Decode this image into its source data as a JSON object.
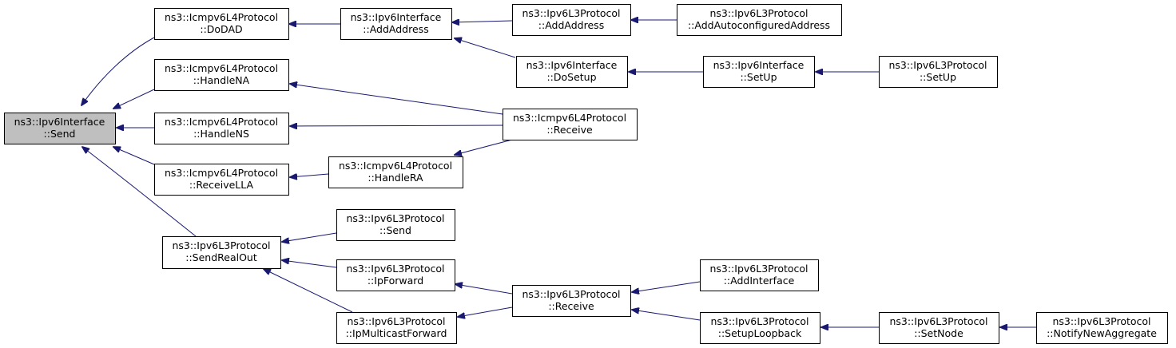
{
  "graph": {
    "edge_color": "#191970",
    "root_fill": "#bfbfbf",
    "nodes": [
      {
        "id": "root",
        "line1": "ns3::Ipv6Interface",
        "line2": "::Send",
        "root": true
      },
      {
        "id": "dodad",
        "line1": "ns3::Icmpv6L4Protocol",
        "line2": "::DoDAD"
      },
      {
        "id": "handlena",
        "line1": "ns3::Icmpv6L4Protocol",
        "line2": "::HandleNA"
      },
      {
        "id": "handlens",
        "line1": "ns3::Icmpv6L4Protocol",
        "line2": "::HandleNS"
      },
      {
        "id": "receivella",
        "line1": "ns3::Icmpv6L4Protocol",
        "line2": "::ReceiveLLA"
      },
      {
        "id": "sendrealout",
        "line1": "ns3::Ipv6L3Protocol",
        "line2": "::SendRealOut"
      },
      {
        "id": "iface_addaddress",
        "line1": "ns3::Ipv6Interface",
        "line2": "::AddAddress"
      },
      {
        "id": "handlera",
        "line1": "ns3::Icmpv6L4Protocol",
        "line2": "::HandleRA"
      },
      {
        "id": "l3_send",
        "line1": "ns3::Ipv6L3Protocol",
        "line2": "::Send"
      },
      {
        "id": "ipforward",
        "line1": "ns3::Ipv6L3Protocol",
        "line2": "::IpForward"
      },
      {
        "id": "ipmulticastforward",
        "line1": "ns3::Ipv6L3Protocol",
        "line2": "::IpMulticastForward"
      },
      {
        "id": "l3_addaddress",
        "line1": "ns3::Ipv6L3Protocol",
        "line2": "::AddAddress"
      },
      {
        "id": "dosetup",
        "line1": "ns3::Ipv6Interface",
        "line2": "::DoSetup"
      },
      {
        "id": "icmp_receive",
        "line1": "ns3::Icmpv6L4Protocol",
        "line2": "::Receive"
      },
      {
        "id": "l3_receive",
        "line1": "ns3::Ipv6L3Protocol",
        "line2": "::Receive"
      },
      {
        "id": "addautoconf",
        "line1": "ns3::Ipv6L3Protocol",
        "line2": "::AddAutoconfiguredAddress"
      },
      {
        "id": "iface_setup",
        "line1": "ns3::Ipv6Interface",
        "line2": "::SetUp"
      },
      {
        "id": "addinterface",
        "line1": "ns3::Ipv6L3Protocol",
        "line2": "::AddInterface"
      },
      {
        "id": "setuploopback",
        "line1": "ns3::Ipv6L3Protocol",
        "line2": "::SetupLoopback"
      },
      {
        "id": "l3_setup",
        "line1": "ns3::Ipv6L3Protocol",
        "line2": "::SetUp"
      },
      {
        "id": "setnode",
        "line1": "ns3::Ipv6L3Protocol",
        "line2": "::SetNode"
      },
      {
        "id": "notifynewaggregate",
        "line1": "ns3::Ipv6L3Protocol",
        "line2": "::NotifyNewAggregate"
      }
    ],
    "edges": [
      {
        "from": "dodad",
        "to": "root"
      },
      {
        "from": "handlena",
        "to": "root"
      },
      {
        "from": "handlens",
        "to": "root"
      },
      {
        "from": "receivella",
        "to": "root"
      },
      {
        "from": "sendrealout",
        "to": "root"
      },
      {
        "from": "iface_addaddress",
        "to": "dodad"
      },
      {
        "from": "l3_addaddress",
        "to": "iface_addaddress"
      },
      {
        "from": "dosetup",
        "to": "iface_addaddress"
      },
      {
        "from": "addautoconf",
        "to": "l3_addaddress"
      },
      {
        "from": "iface_setup",
        "to": "dosetup"
      },
      {
        "from": "l3_setup",
        "to": "iface_setup"
      },
      {
        "from": "icmp_receive",
        "to": "handlena"
      },
      {
        "from": "icmp_receive",
        "to": "handlens"
      },
      {
        "from": "icmp_receive",
        "to": "handlera"
      },
      {
        "from": "handlera",
        "to": "receivella"
      },
      {
        "from": "l3_send",
        "to": "sendrealout"
      },
      {
        "from": "ipforward",
        "to": "sendrealout"
      },
      {
        "from": "ipmulticastforward",
        "to": "sendrealout"
      },
      {
        "from": "l3_receive",
        "to": "ipforward"
      },
      {
        "from": "l3_receive",
        "to": "ipmulticastforward"
      },
      {
        "from": "addinterface",
        "to": "l3_receive"
      },
      {
        "from": "setuploopback",
        "to": "l3_receive"
      },
      {
        "from": "setnode",
        "to": "setuploopback"
      },
      {
        "from": "notifynewaggregate",
        "to": "setnode"
      }
    ]
  }
}
